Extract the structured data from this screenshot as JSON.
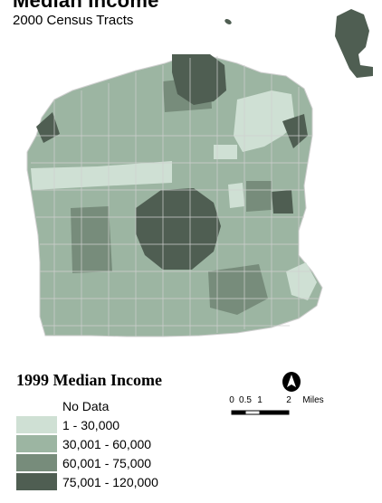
{
  "title": "Median Income",
  "subtitle": "2000 Census Tracts",
  "legend": {
    "title": "1999 Median Income",
    "items": [
      {
        "label": "No Data",
        "color": "#ffffff"
      },
      {
        "label": "1 - 30,000",
        "color": "#cfe0d4"
      },
      {
        "label": "30,001 - 60,000",
        "color": "#9cb5a2"
      },
      {
        "label": "60,001 - 75,000",
        "color": "#778c7b"
      },
      {
        "label": "75,001 - 120,000",
        "color": "#4f5e52"
      }
    ]
  },
  "scale": {
    "ticks": [
      "0",
      "0.5",
      "1",
      "2"
    ],
    "unit": "Miles"
  },
  "colors": {
    "outline": "#cfcfcf",
    "land": "#9cb5a2"
  }
}
